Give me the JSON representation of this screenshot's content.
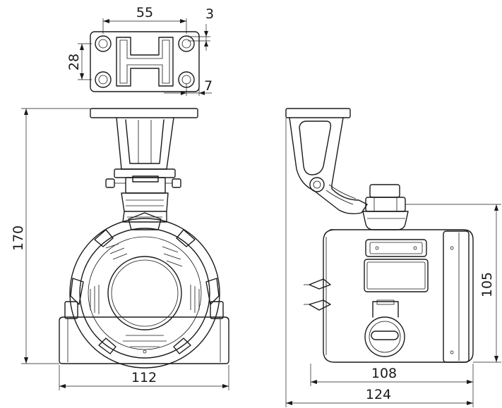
{
  "dimensions": {
    "top_width": "55",
    "top_hole": "3",
    "top_height": "28",
    "top_offset": "7",
    "front_height": "170",
    "front_width": "112",
    "side_height": "105",
    "side_body_width": "108",
    "side_total_width": "124"
  }
}
